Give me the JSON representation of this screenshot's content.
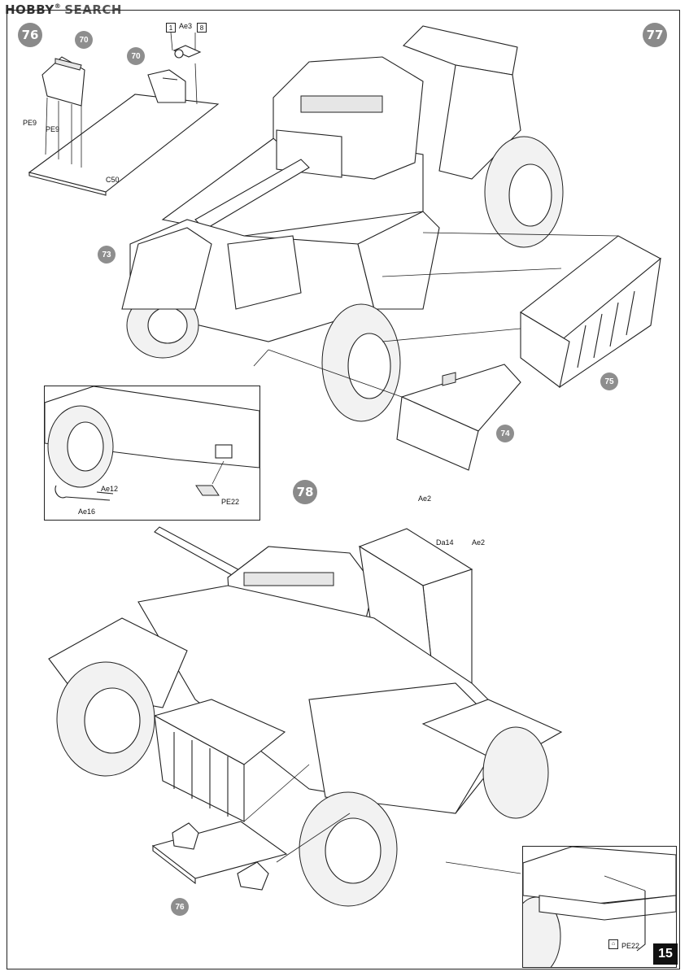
{
  "header": {
    "logo": "HOBBY",
    "search": "SEARCH"
  },
  "steps": {
    "s76": "76",
    "s77": "77",
    "s78": "78"
  },
  "callouts": {
    "c70a": "70",
    "c70b": "70",
    "c73": "73",
    "c74": "74",
    "c75": "75",
    "c76": "76",
    "box1": "1",
    "box8": "8"
  },
  "labels": {
    "ae3": "Ae3",
    "pe9a": "PE9",
    "pe9b": "PE9",
    "c50": "C50",
    "ae12": "Ae12",
    "ae16": "Ae16",
    "pe22a": "PE22",
    "ae2a": "Ae2",
    "ae2b": "Ae2",
    "da14": "Da14",
    "pe22b": "PE22"
  },
  "page_number": "15",
  "colors": {
    "callout": "#8a8a8a",
    "line": "#222222",
    "page_tab": "#111111"
  }
}
